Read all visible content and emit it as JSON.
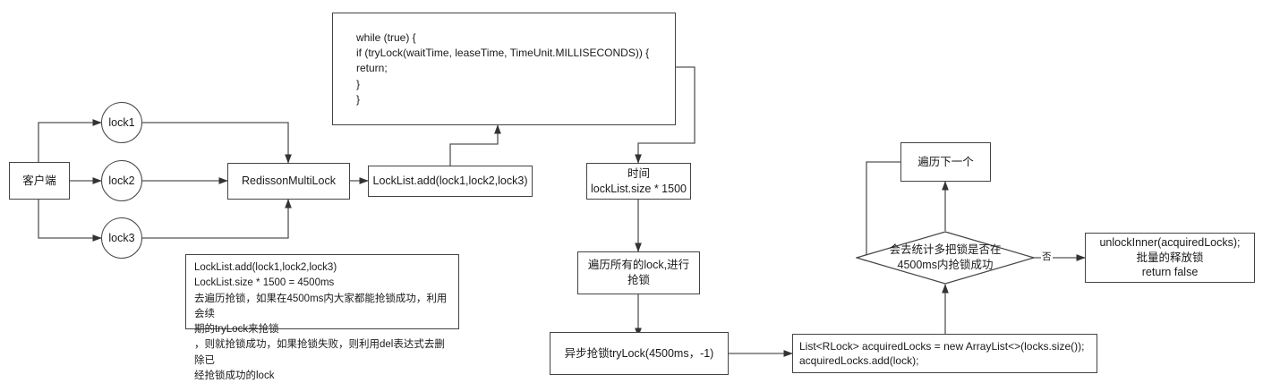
{
  "diagram": {
    "title": "RedissonMultiLock tryLock flow",
    "stroke_color": "#444444",
    "text_color": "#1a1a1a",
    "background": "#ffffff"
  },
  "nodes": {
    "client": {
      "label": "客户端"
    },
    "lock1": {
      "label": "lock1"
    },
    "lock2": {
      "label": "lock2"
    },
    "lock3": {
      "label": "lock3"
    },
    "redisson_multi_lock": {
      "label": "RedissonMultiLock"
    },
    "locklist_add": {
      "label": "LockList.add(lock1,lock2,lock3)"
    },
    "code_block": {
      "label": "while (true) {\nif (tryLock(waitTime, leaseTime, TimeUnit.MILLISECONDS)) {\n        return;\n    }\n}"
    },
    "note_block": {
      "label": "LockList.add(lock1,lock2,lock3)\nLockList.size * 1500 = 4500ms\n去遍历抢锁，如果在4500ms内大家都能抢锁成功，利用会续\n期的tryLock来抢锁\n，则就抢锁成功，如果抢锁失败，则利用del表达式去删除已\n经抢锁成功的lock"
    },
    "time_calc": {
      "label": "时间\nlockList.size * 1500"
    },
    "iterate_locks": {
      "label": "遍历所有的lock,进行\n抢锁"
    },
    "async_trylock": {
      "label": "异步抢锁tryLock(4500ms，-1)"
    },
    "acquired_locks": {
      "label": "List<RLock> acquiredLocks = new ArrayList<>(locks.size());\n acquiredLocks.add(lock);"
    },
    "next_iteration": {
      "label": "遍历下一个"
    },
    "decision": {
      "label": "会去统计多把锁是否在\n4500ms内抢锁成功"
    },
    "unlock_inner": {
      "label": "unlockInner(acquiredLocks);\n批量的释放锁\nreturn false"
    }
  },
  "edge_labels": {
    "decision_no": "否"
  }
}
